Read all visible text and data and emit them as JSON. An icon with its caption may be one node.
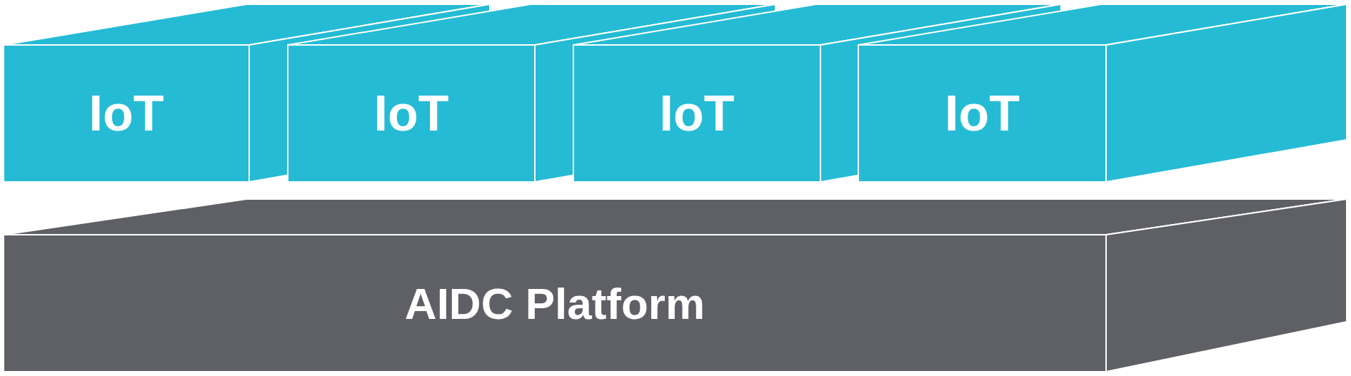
{
  "diagram": {
    "nodes": [
      {
        "text": [
          "IoT"
        ]
      },
      {
        "text": [
          "IoT"
        ]
      },
      {
        "text": [
          "IoT"
        ]
      },
      {
        "text": [
          "IoT"
        ]
      },
      {
        "text": [
          "AIDC Platform"
        ]
      }
    ]
  }
}
